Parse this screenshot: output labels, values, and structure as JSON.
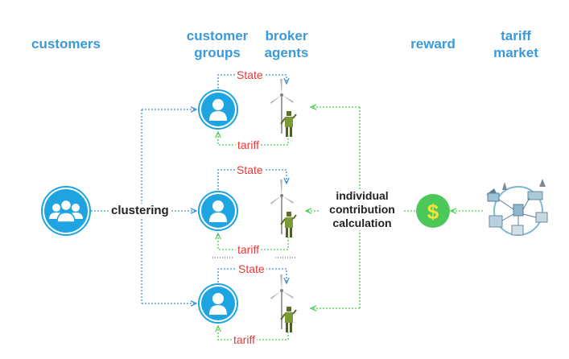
{
  "headers": {
    "customers": "customers",
    "customer_groups": "customer\ngroups",
    "broker_agents": "broker\nagents",
    "reward": "reward",
    "tariff_market": "tariff\nmarket"
  },
  "labels": {
    "clustering": "clustering",
    "individual_contribution": "individual\ncontribution\ncalculation",
    "state": "State",
    "tariff": "tariff",
    "dollar": "$"
  },
  "colors": {
    "header_blue": "#3a9ad9",
    "circle_blue": "#1ea4e0",
    "arrow_blue": "#3a8fd9",
    "arrow_green": "#49d14f",
    "label_red": "#e03a3a",
    "reward_green": "#4cc85a",
    "reward_yellow": "#f6e23a"
  },
  "icons": {
    "customers": "group-of-people-icon",
    "customer_group": "person-icon",
    "broker_agent": "wind-turbine-robot-icon",
    "reward": "dollar-coin-icon",
    "tariff_market": "smart-grid-icon"
  }
}
